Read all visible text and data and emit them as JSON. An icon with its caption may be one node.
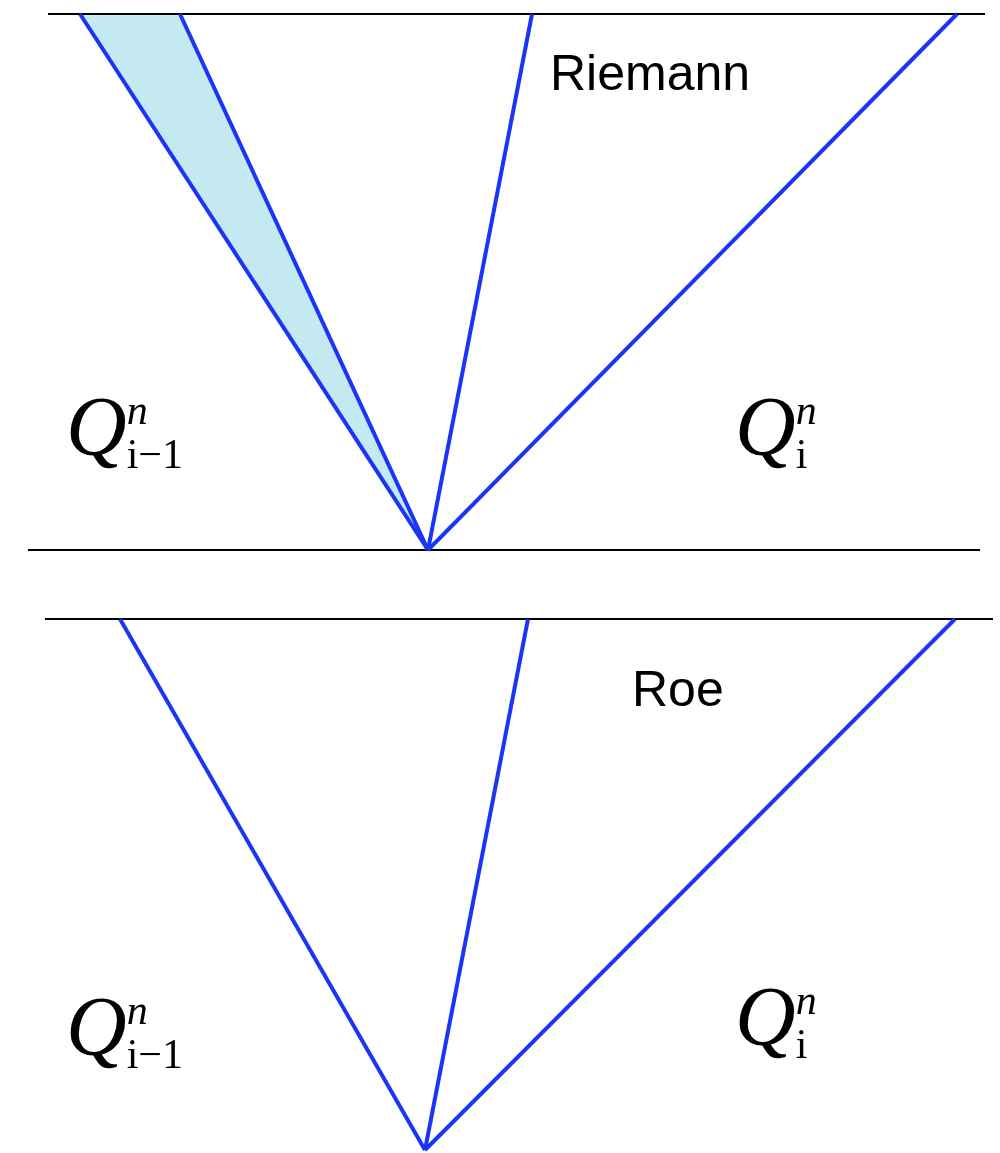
{
  "diagram": {
    "labels": [
      "Riemann",
      "Q$^{n}$$_{i−1}$",
      "Q$^{n}$$_{i}$",
      "Roe",
      "Q$^{n}$$_{i−1}$",
      "Q$^{n}$$_{i}$"
    ]
  }
}
